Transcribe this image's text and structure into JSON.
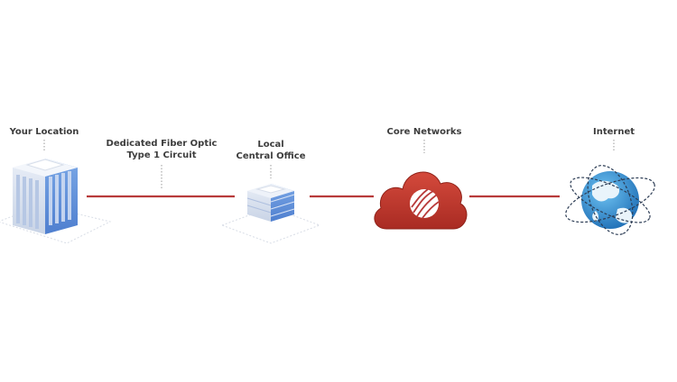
{
  "nodes": {
    "your_location": {
      "label": "Your Location",
      "icon": "office-building-icon"
    },
    "local_central_office": {
      "label_line1": "Local",
      "label_line2": "Central Office",
      "icon": "small-building-icon"
    },
    "core_networks": {
      "label": "Core Networks",
      "icon": "cloud-network-icon"
    },
    "internet": {
      "label": "Internet",
      "icon": "globe-icon"
    }
  },
  "links": {
    "fiber": {
      "label_line1": "Dedicated Fiber Optic",
      "label_line2": "Type 1 Circuit"
    }
  },
  "colors": {
    "link_line": "#b83a3a",
    "cloud": "#c0392b",
    "building": "#5b8ed6",
    "globe": "#2f8fd1",
    "label_text": "#3d3d3d"
  }
}
